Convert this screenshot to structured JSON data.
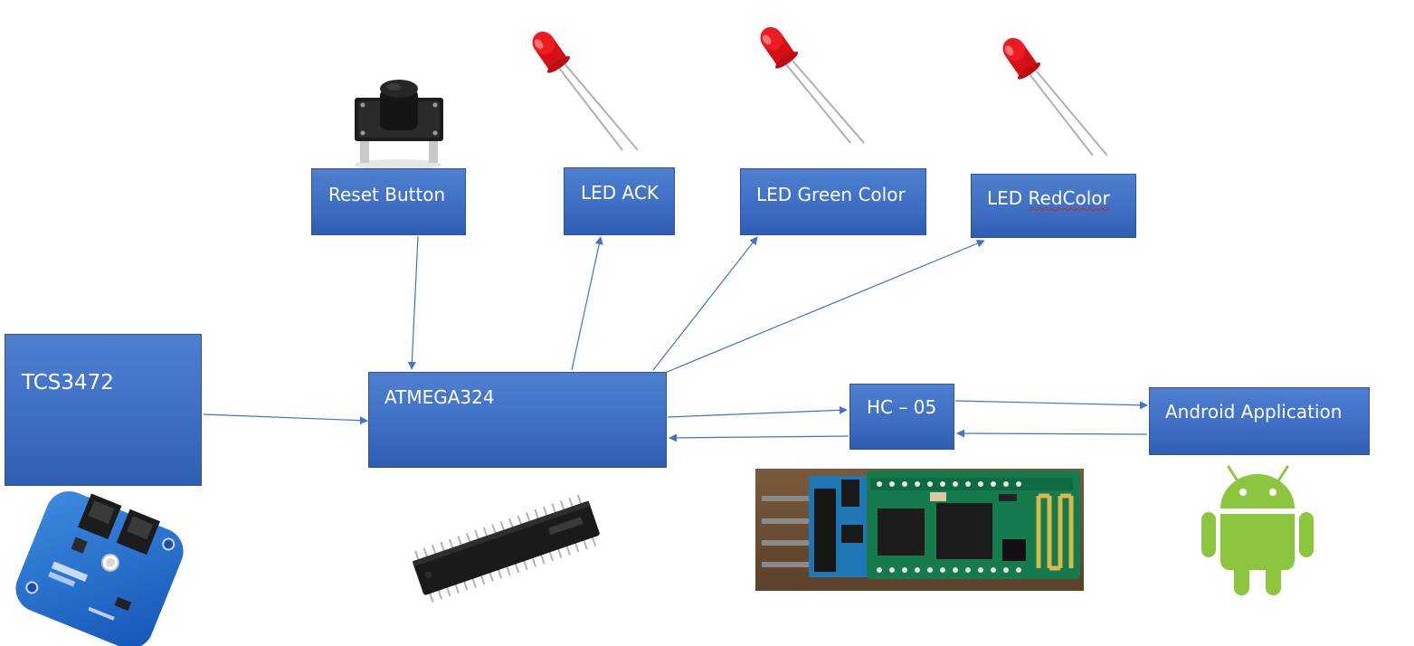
{
  "blocks": {
    "tcs3472": "TCS3472",
    "atmega324": "ATMEGA324",
    "reset_button": "Reset Button",
    "led_ack": "LED ACK",
    "led_green": "LED Green Color",
    "led_red_prefix": "LED ",
    "led_red_word": "RedColor",
    "hc05": "HC – 05",
    "android_app": "Android Application"
  },
  "colors": {
    "block_fill": "#4472c4",
    "block_border": "#2c53a0",
    "arrow": "#4472c4",
    "led_red": "#e8141c",
    "android_green": "#8cc63e",
    "pcb_blue": "#1f6fd1",
    "hc05_board": "#1a7fb8"
  },
  "icons": [
    "push-button-icon",
    "led-icon",
    "color-sensor-board-icon",
    "dip-chip-icon",
    "bluetooth-module-icon",
    "android-robot-icon"
  ]
}
